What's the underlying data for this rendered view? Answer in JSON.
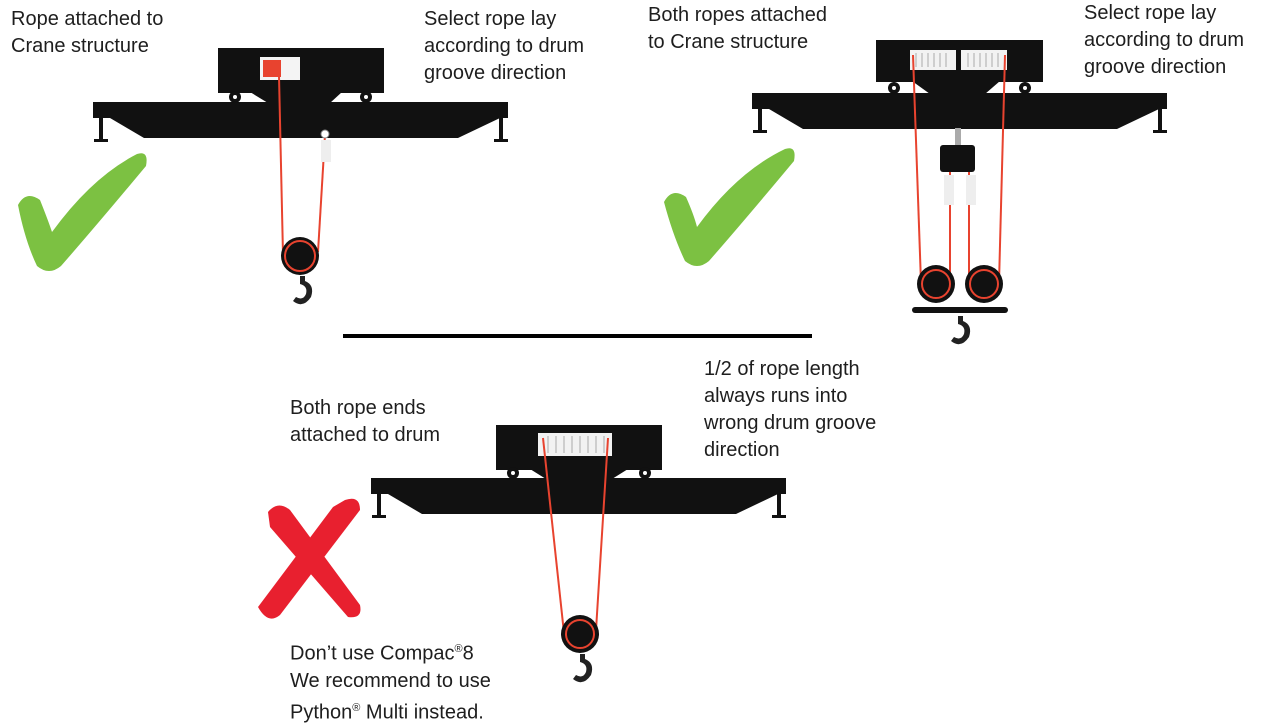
{
  "labels": {
    "c1_anchor": "Rope attached to\nCrane structure",
    "c1_lay": "Select rope lay\naccording to drum\ngroove direction",
    "c2_anchor": "Both ropes  attached\nto Crane structure",
    "c2_lay": "Select rope lay\naccording to drum\ngroove direction",
    "c3_ends": "Both rope ends\nattached to drum",
    "c3_wrong": "1/2 of rope length\nalways runs into\nwrong drum groove\ndirection",
    "dont_1": "Don’t use Compac",
    "dont_1_reg": "®",
    "dont_1_end": "8",
    "dont_2": "We recommend to use",
    "dont_3": "Python",
    "dont_3_reg": "®",
    "dont_3_end": " Multi instead."
  },
  "colors": {
    "check": "#7cc142",
    "cross": "#e8202f",
    "rope": "#e8432f",
    "crane": "#111111"
  },
  "icons": [
    "checkmark-icon",
    "checkmark-icon",
    "cross-icon"
  ]
}
